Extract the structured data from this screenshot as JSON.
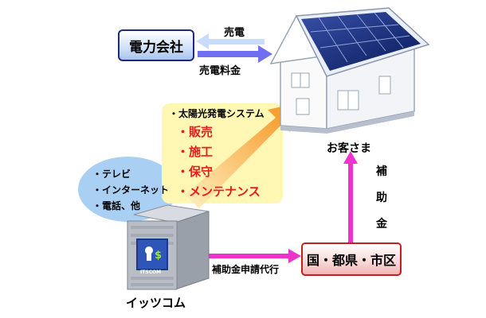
{
  "flows": {
    "sell_power": "売電",
    "power_fee": "売電料金",
    "subsidy_application": "補助金申請代行",
    "subsidy": "補助金"
  },
  "nodes": {
    "electric_company": "電力会社",
    "customer": "お客さま",
    "government": "国・都県・市区",
    "itscom": "イッツコム",
    "itscom_logo": "ITSCOM"
  },
  "solar_services": {
    "title": "・太陽光発電システム",
    "items": [
      "・販売",
      "・施工",
      "・保守",
      "・メンテナンス"
    ]
  },
  "media_services": {
    "items": [
      "・テレビ",
      "・インターネット",
      "・電話、他"
    ]
  },
  "colors": {
    "electric_border": "#1f2a7a",
    "gov_border": "#c02020",
    "service_text": "#e81c1c",
    "magenta_arrow": "#ee33cc",
    "blue_arrow": "#6f6ff0",
    "orange_arrow": "#f8a020",
    "yellow_box": "#fff7b3",
    "blue_cloud": "#a9d0f3"
  }
}
